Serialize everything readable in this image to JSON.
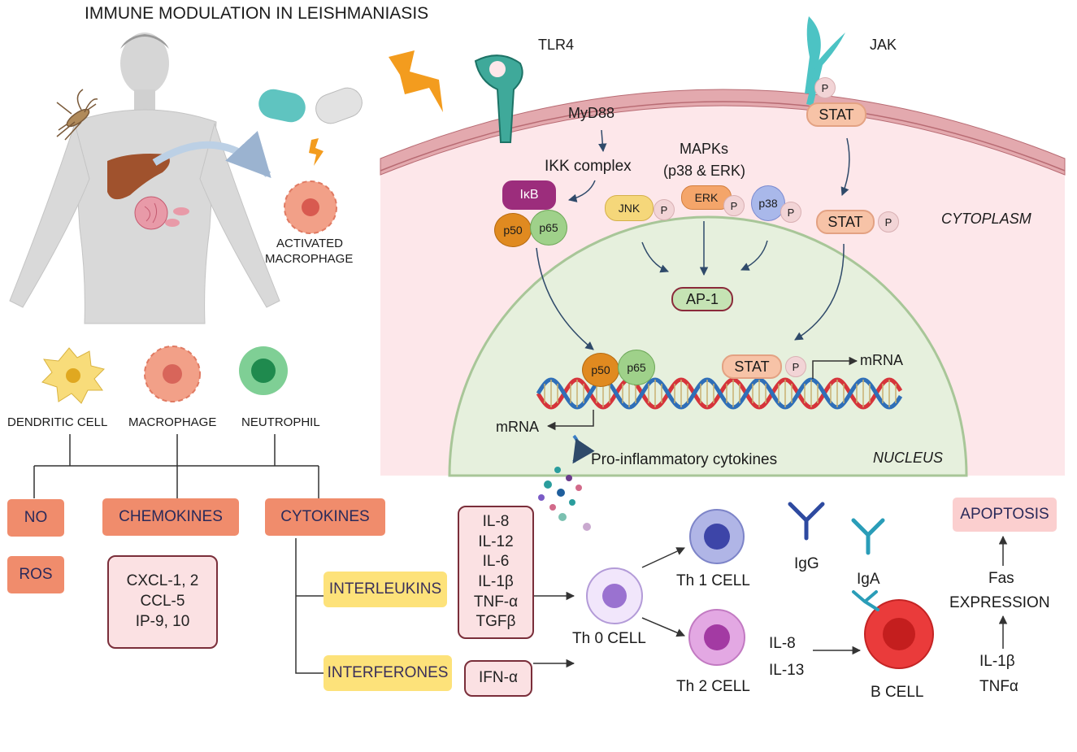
{
  "title": "IMMUNE MODULATION IN LEISHMANIASIS",
  "human": {
    "activated_macrophage": [
      "ACTIVATED",
      "MACROPHAGE"
    ]
  },
  "cell_signaling": {
    "receptors": {
      "tlr4": "TLR4",
      "jak": "JAK"
    },
    "myd88": "MyD88",
    "ikk_complex": "IKK complex",
    "mapks": [
      "MAPKs",
      "(p38 & ERK)"
    ],
    "ikb": "IκB",
    "p50": "p50",
    "p65": "p65",
    "jnk": "JNK",
    "erk": "ERK",
    "p38": "p38",
    "phospho": "P",
    "stat": "STAT",
    "ap1": "AP-1",
    "mrna": "mRNA",
    "cytoplasm": "CYTOPLASM",
    "nucleus": "NUCLEUS",
    "pro_inflammatory": "Pro-inflammatory cytokines"
  },
  "cell_types": {
    "dendritic": "DENDRITIC CELL",
    "macrophage": "MACROPHAGE",
    "neutrophil": "NEUTROPHIL"
  },
  "mediators": {
    "no": "NO",
    "ros": "ROS",
    "chemokines": "CHEMOKINES",
    "cytokines": "CYTOKINES"
  },
  "chemokine_list": [
    "CXCL-1, 2",
    "CCL-5",
    "IP-9, 10"
  ],
  "interleukins": "INTERLEUKINS",
  "interferones": "INTERFERONES",
  "interleukin_list": [
    "IL-8",
    "IL-12",
    "IL-6",
    "IL-1β",
    "TNF-α",
    "TGFβ"
  ],
  "ifn": "IFN-α",
  "t_cells": {
    "th0": "Th 0 CELL",
    "th1": "Th 1 CELL",
    "th2": "Th 2 CELL"
  },
  "antibodies": {
    "igg": "IgG",
    "iga": "IgA"
  },
  "b_cell": "B CELL",
  "th2_cytokines": [
    "IL-8",
    "IL-13"
  ],
  "apoptosis": "APOPTOSIS",
  "fas": [
    "Fas",
    "EXPRESSION"
  ],
  "apoptosis_inducers": [
    "IL-1β",
    "TNFα"
  ]
}
